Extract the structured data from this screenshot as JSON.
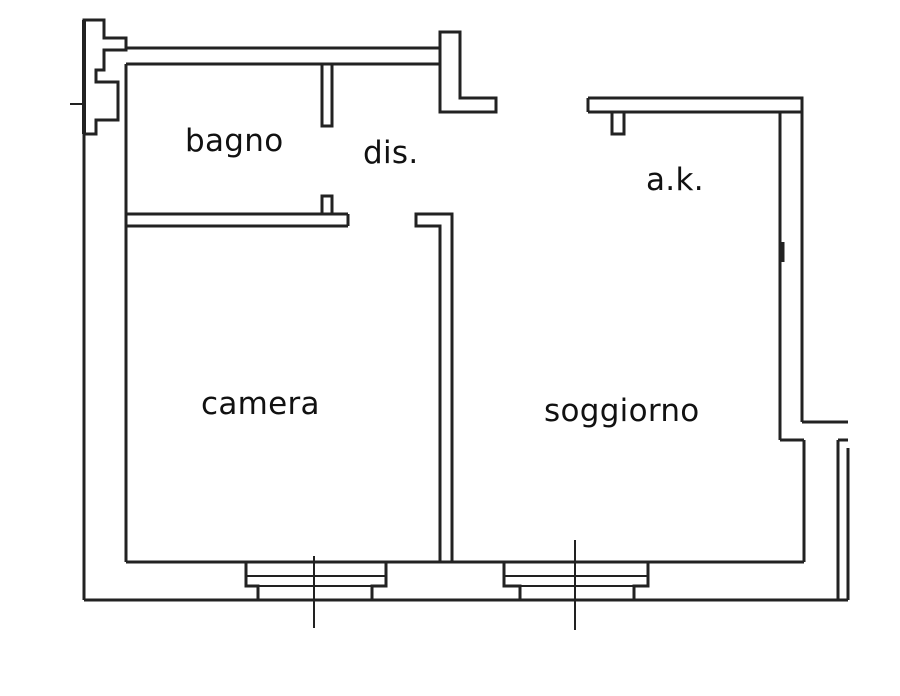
{
  "rooms": {
    "bagno": "bagno",
    "dis": "dis.",
    "ak": "a.k.",
    "camera": "camera",
    "soggiorno": "soggiorno"
  },
  "colors": {
    "wall": "#222222",
    "background": "#ffffff"
  }
}
